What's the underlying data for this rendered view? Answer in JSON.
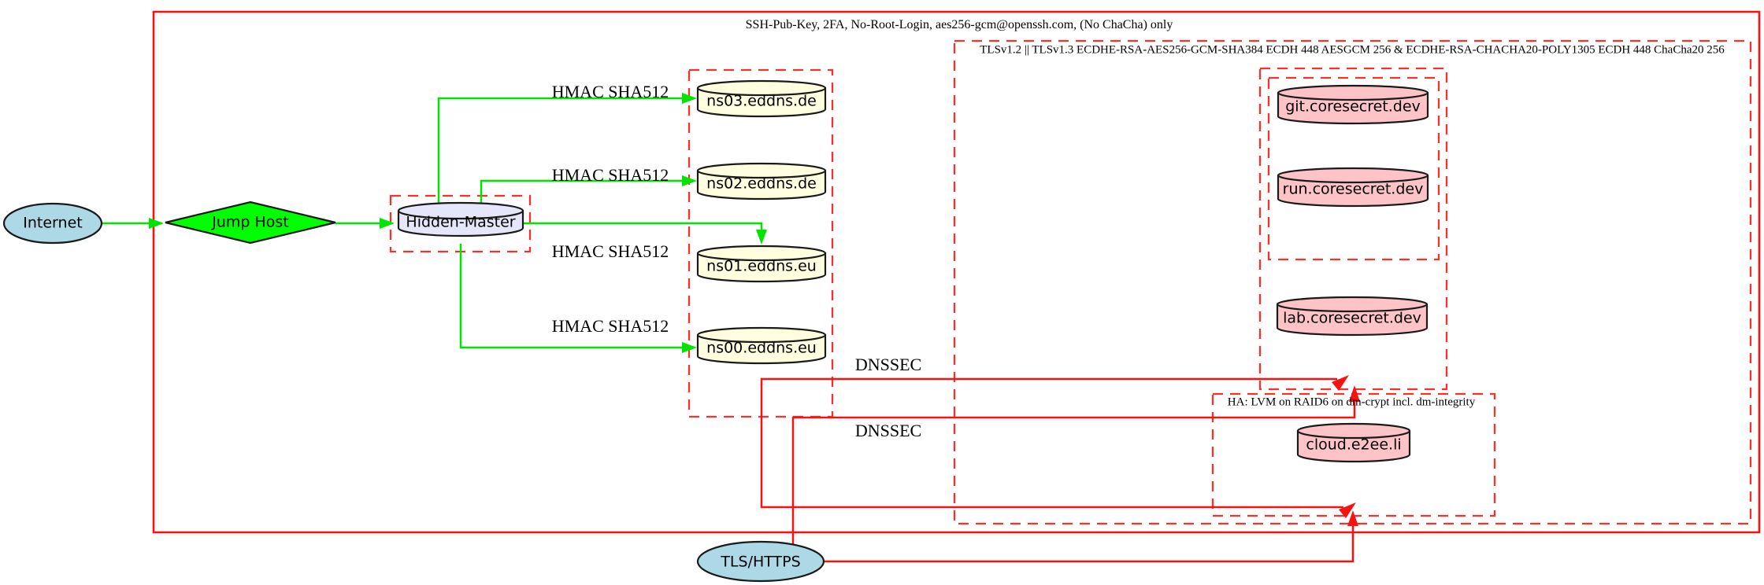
{
  "diagram": {
    "clusters": {
      "ssh_perimeter": {
        "label": "SSH-Pub-Key, 2FA, No-Root-Login, aes256-gcm@openssh.com, (No ChaCha) only"
      },
      "tls_zone": {
        "label": "TLSv1.2 || TLSv1.3 ECDHE-RSA-AES256-GCM-SHA384 ECDH 448 AESGCM 256 & ECDHE-RSA-CHACHA20-POLY1305 ECDH 448 ChaCha20 256"
      },
      "ha_zone": {
        "label": "HA: LVM on RAID6 on dm-crypt incl. dm-integrity"
      }
    },
    "nodes": {
      "internet": {
        "label": "Internet"
      },
      "jump_host": {
        "label": "Jump Host"
      },
      "hidden_master": {
        "label": "Hidden-Master"
      },
      "ns03": {
        "label": "ns03.eddns.de"
      },
      "ns02": {
        "label": "ns02.eddns.de"
      },
      "ns01": {
        "label": "ns01.eddns.eu"
      },
      "ns00": {
        "label": "ns00.eddns.eu"
      },
      "git": {
        "label": "git.coresecret.dev"
      },
      "run": {
        "label": "run.coresecret.dev"
      },
      "lab": {
        "label": "lab.coresecret.dev"
      },
      "cloud": {
        "label": "cloud.e2ee.li"
      },
      "tls_https": {
        "label": "TLS/HTTPS"
      }
    },
    "edge_labels": {
      "hmac": "HMAC SHA512",
      "dnssec": "DNSSEC"
    },
    "colors": {
      "edge_green": "#00e400",
      "fill_green": "#00ff00",
      "edge_red": "#f81311",
      "dashed_red": "#f4342c",
      "fill_yellow": "#ffffe0",
      "fill_pink": "#fdc3c6",
      "fill_lavender": "#e6e6fa",
      "fill_blue": "#add8e6",
      "outline_black": "#1a1a1a"
    }
  }
}
